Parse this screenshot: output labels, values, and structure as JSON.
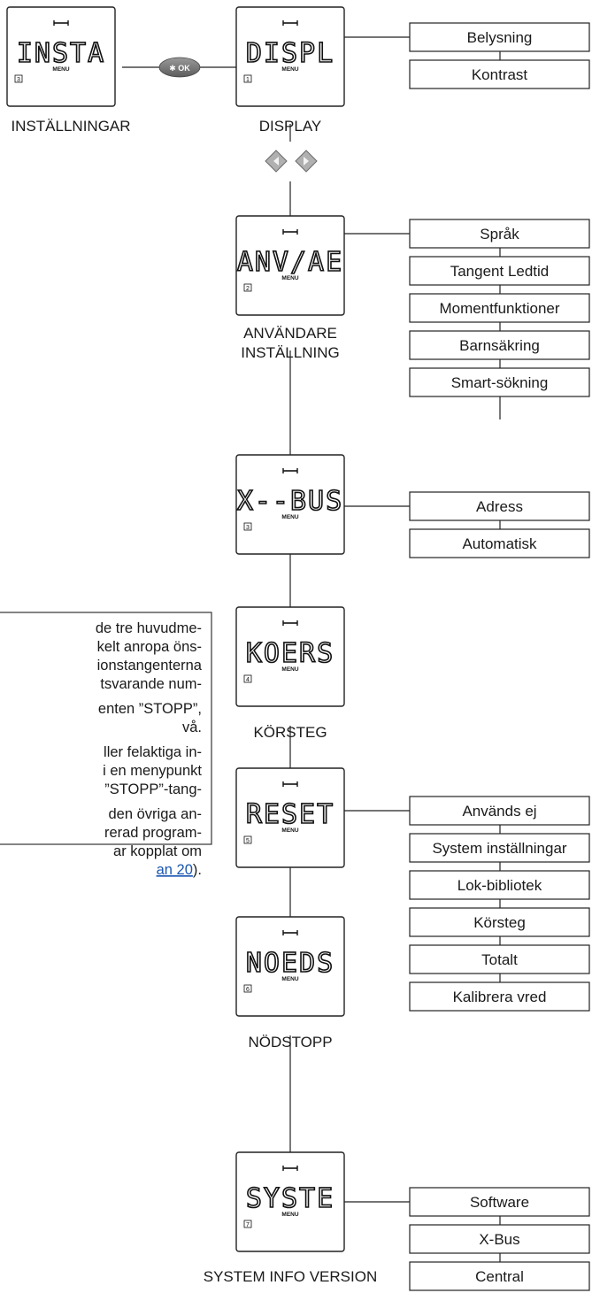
{
  "ok_button": {
    "label": "✱ OK"
  },
  "screens": [
    {
      "id": "insta",
      "lcd": "INSTA",
      "menu": "MENU",
      "number": "3",
      "label_lines": [
        "INSTÄLLNINGAR"
      ]
    },
    {
      "id": "displ",
      "lcd": "DISPL",
      "menu": "MENU",
      "number": "1",
      "label_lines": [
        "DISPLAY"
      ]
    },
    {
      "id": "anvae",
      "lcd": "ANV/AE",
      "menu": "MENU",
      "number": "2",
      "label_lines": [
        "ANVÄNDARE",
        "INSTÄLLNING"
      ]
    },
    {
      "id": "xbus",
      "lcd": "X--BUS",
      "menu": "MENU",
      "number": "3",
      "label_lines": []
    },
    {
      "id": "koers",
      "lcd": "KOERS",
      "menu": "MENU",
      "number": "4",
      "label_lines": [
        "KÖRSTEG"
      ]
    },
    {
      "id": "reset",
      "lcd": "RESET",
      "menu": "MENU",
      "number": "5",
      "label_lines": []
    },
    {
      "id": "noeds",
      "lcd": "NOEDS",
      "menu": "MENU",
      "number": "6",
      "label_lines": [
        "NÖDSTOPP"
      ]
    },
    {
      "id": "syste",
      "lcd": "SYSTE",
      "menu": "MENU",
      "number": "7",
      "label_lines": [
        "SYSTEM INFO VERSION"
      ]
    }
  ],
  "submenus": {
    "displ": [
      "Belysning",
      "Kontrast"
    ],
    "anvae": [
      "Språk",
      "Tangent Ledtid",
      "Momentfunktioner",
      "Barnsäkring",
      "Smart-sökning"
    ],
    "xbus": [
      "Adress",
      "Automatisk"
    ],
    "reset": [
      "Används ej",
      "System inställningar",
      "Lok-bibliotek",
      "Körsteg",
      "Totalt",
      "Kalibrera vred"
    ],
    "syste": [
      "Software",
      "X-Bus",
      "Central"
    ]
  },
  "note": {
    "lines": [
      "de tre huvudme-",
      "kelt anropa öns-",
      "ionstangenterna",
      "tsvarande num-",
      "",
      "enten ”STOPP”,",
      "vå.",
      "",
      "ller felaktiga in-",
      "i en menypunkt",
      "”STOPP”-tang-",
      "",
      "den övriga an-",
      "rerad program-",
      "ar kopplat om"
    ],
    "link_text": "an 20",
    "link_suffix": ")."
  }
}
